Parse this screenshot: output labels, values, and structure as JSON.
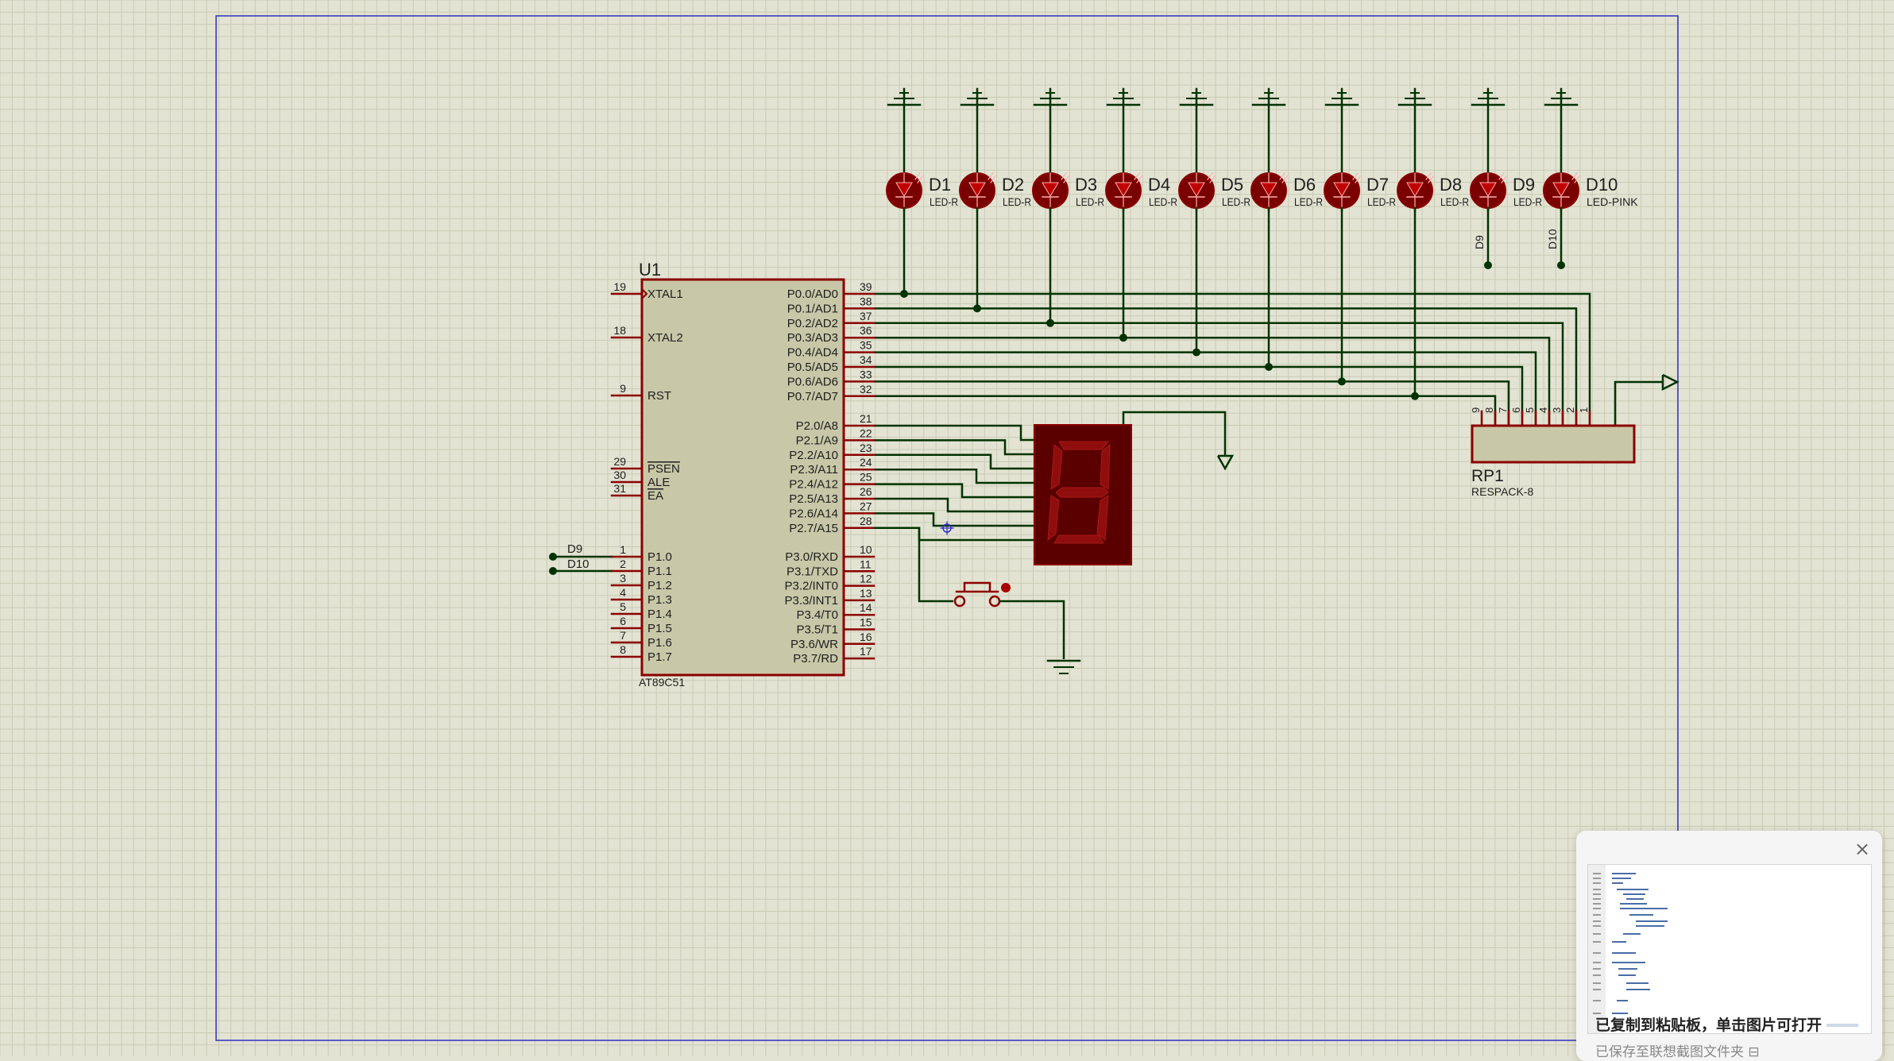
{
  "schematic": {
    "mcu": {
      "ref": "U1",
      "part": "AT89C51",
      "left_pins": [
        {
          "num": "19",
          "name": "XTAL1"
        },
        {
          "num": "18",
          "name": "XTAL2"
        },
        {
          "num": "9",
          "name": "RST"
        },
        {
          "num": "29",
          "name": "PSEN"
        },
        {
          "num": "30",
          "name": "ALE"
        },
        {
          "num": "31",
          "name": "EA"
        },
        {
          "num": "1",
          "name": "P1.0"
        },
        {
          "num": "2",
          "name": "P1.1"
        },
        {
          "num": "3",
          "name": "P1.2"
        },
        {
          "num": "4",
          "name": "P1.3"
        },
        {
          "num": "5",
          "name": "P1.4"
        },
        {
          "num": "6",
          "name": "P1.5"
        },
        {
          "num": "7",
          "name": "P1.6"
        },
        {
          "num": "8",
          "name": "P1.7"
        }
      ],
      "right_pins": [
        {
          "num": "39",
          "name": "P0.0/AD0"
        },
        {
          "num": "38",
          "name": "P0.1/AD1"
        },
        {
          "num": "37",
          "name": "P0.2/AD2"
        },
        {
          "num": "36",
          "name": "P0.3/AD3"
        },
        {
          "num": "35",
          "name": "P0.4/AD4"
        },
        {
          "num": "34",
          "name": "P0.5/AD5"
        },
        {
          "num": "33",
          "name": "P0.6/AD6"
        },
        {
          "num": "32",
          "name": "P0.7/AD7"
        },
        {
          "num": "21",
          "name": "P2.0/A8"
        },
        {
          "num": "22",
          "name": "P2.1/A9"
        },
        {
          "num": "23",
          "name": "P2.2/A10"
        },
        {
          "num": "24",
          "name": "P2.3/A11"
        },
        {
          "num": "25",
          "name": "P2.4/A12"
        },
        {
          "num": "26",
          "name": "P2.5/A13"
        },
        {
          "num": "27",
          "name": "P2.6/A14"
        },
        {
          "num": "28",
          "name": "P2.7/A15"
        },
        {
          "num": "10",
          "name": "P3.0/RXD"
        },
        {
          "num": "11",
          "name": "P3.1/TXD"
        },
        {
          "num": "12",
          "name": "P3.2/INT0"
        },
        {
          "num": "13",
          "name": "P3.3/INT1"
        },
        {
          "num": "14",
          "name": "P3.4/T0"
        },
        {
          "num": "15",
          "name": "P3.5/T1"
        },
        {
          "num": "16",
          "name": "P3.6/WR"
        },
        {
          "num": "17",
          "name": "P3.7/RD"
        }
      ]
    },
    "leds": [
      {
        "ref": "D1",
        "value": "LED-R"
      },
      {
        "ref": "D2",
        "value": "LED-R"
      },
      {
        "ref": "D3",
        "value": "LED-R"
      },
      {
        "ref": "D4",
        "value": "LED-R"
      },
      {
        "ref": "D5",
        "value": "LED-R"
      },
      {
        "ref": "D6",
        "value": "LED-R"
      },
      {
        "ref": "D7",
        "value": "LED-R"
      },
      {
        "ref": "D8",
        "value": "LED-R"
      },
      {
        "ref": "D9",
        "value": "LED-R"
      },
      {
        "ref": "D10",
        "value": "LED-PINK"
      }
    ],
    "net_labels": [
      "D9",
      "D10"
    ],
    "respack": {
      "ref": "RP1",
      "part": "RESPACK-8",
      "pins": [
        "9",
        "8",
        "7",
        "6",
        "5",
        "4",
        "3",
        "2",
        "1"
      ]
    },
    "display_digit": "8"
  },
  "toast": {
    "title": "已复制到粘贴板，单击图片可打开",
    "subtitle": "已保存至联想截图文件夹 ⊟",
    "close": "×"
  },
  "colors": {
    "background": "#e3e3d3",
    "grid": "#c9cbb5",
    "frame": "#3030c0",
    "wire": "#003300",
    "component": "#8b0000",
    "body_fill": "#c8c8a8",
    "display_fill": "#5a0000",
    "display_segment": "#8f0d0d"
  }
}
